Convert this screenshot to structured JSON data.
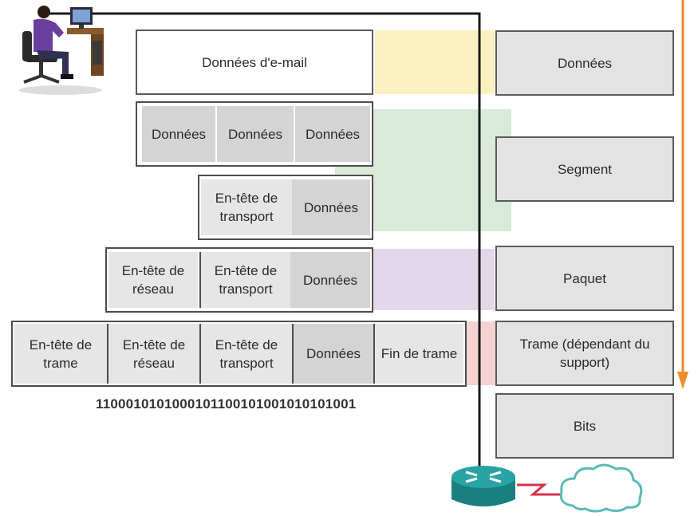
{
  "layers": {
    "email": "Données d'e-mail",
    "data": "Données",
    "transport_header": "En-tête de transport",
    "network_header": "En-tête de réseau",
    "frame_header": "En-tête de trame",
    "frame_trailer": "Fin de trame",
    "bits": "1100010101000101100101001010101001"
  },
  "pdu_labels": {
    "data": "Données",
    "segment": "Segment",
    "packet": "Paquet",
    "frame": "Trame (dépendant du support)",
    "bits": "Bits"
  },
  "colors": {
    "band_data": "#fbf0c0",
    "band_segment": "#d9ead8",
    "band_packet": "#e3d8ea",
    "band_frame": "#f5d3d3",
    "arrow": "#f08a2a",
    "cable": "#1a1a1a",
    "router": "#1f8f8f",
    "serial_link": "#d6304a",
    "cloud": "#5bbab8"
  },
  "icons": [
    "workstation-user-icon",
    "router-icon",
    "cloud-icon",
    "serial-link-icon"
  ]
}
